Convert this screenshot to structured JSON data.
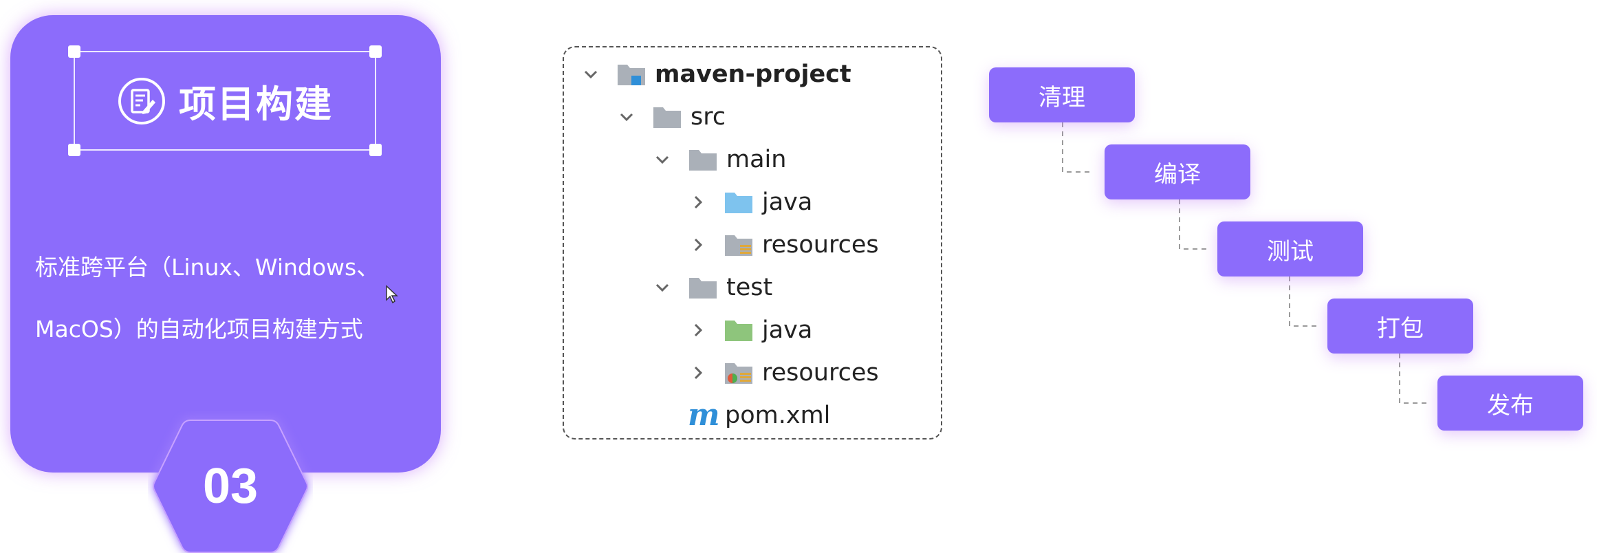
{
  "card": {
    "title": "项目构建",
    "description_line1": "标准跨平台（Linux、Windows、",
    "description_line2": "MacOS）的自动化项目构建方式",
    "number": "03",
    "title_icon": "document-edit-icon"
  },
  "tree": {
    "root": {
      "label": "maven-project",
      "expanded": true
    },
    "src": {
      "label": "src",
      "expanded": true
    },
    "main": {
      "label": "main",
      "expanded": true
    },
    "main_java": {
      "label": "java",
      "expanded": false
    },
    "main_resources": {
      "label": "resources",
      "expanded": false
    },
    "test": {
      "label": "test",
      "expanded": true
    },
    "test_java": {
      "label": "java",
      "expanded": false
    },
    "test_resources": {
      "label": "resources",
      "expanded": false
    },
    "pom": {
      "label": "pom.xml",
      "icon": "m"
    }
  },
  "steps": [
    "清理",
    "编译",
    "测试",
    "打包",
    "发布"
  ],
  "colors": {
    "accent": "#8c6cfb",
    "folder_gray": "#aab0b8",
    "java_main": "#7ec3ee",
    "java_test": "#8ec57c"
  }
}
